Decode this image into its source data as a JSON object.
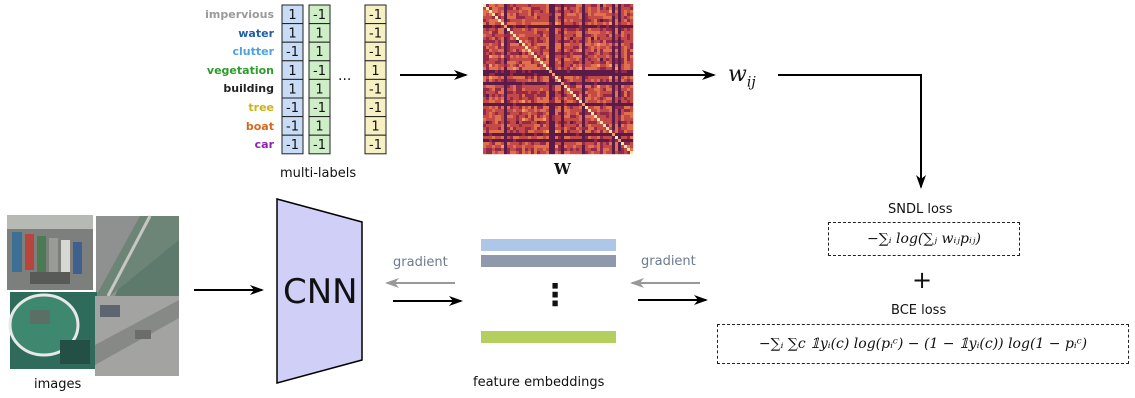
{
  "multi_labels": {
    "caption": "multi-labels",
    "classes": [
      {
        "name": "impervious",
        "color": "#9a9a9a"
      },
      {
        "name": "water",
        "color": "#1f5fa6"
      },
      {
        "name": "clutter",
        "color": "#4aa3df"
      },
      {
        "name": "vegetation",
        "color": "#2a9d2a"
      },
      {
        "name": "building",
        "color": "#222222"
      },
      {
        "name": "tree",
        "color": "#c9b21a"
      },
      {
        "name": "boat",
        "color": "#d2691e"
      },
      {
        "name": "car",
        "color": "#8e24aa"
      }
    ],
    "columns": [
      {
        "fill": "#c8dcf5",
        "values": [
          "1",
          "1",
          "-1",
          "1",
          "1",
          "-1",
          "-1",
          "-1"
        ]
      },
      {
        "fill": "#cdeec6",
        "values": [
          "-1",
          "1",
          "1",
          "-1",
          "1",
          "-1",
          "1",
          "-1"
        ]
      },
      {
        "fill": "#f7f0c2",
        "values": [
          "-1",
          "-1",
          "-1",
          "1",
          "-1",
          "-1",
          "1",
          "-1"
        ]
      }
    ],
    "ellipsis": "..."
  },
  "matrix": {
    "label": "W"
  },
  "weight_symbol": "w",
  "weight_subscript": "ij",
  "images": {
    "caption": "images"
  },
  "cnn": {
    "label": "CNN",
    "fill": "#cfcff8"
  },
  "gradient_labels": [
    "gradient",
    "gradient"
  ],
  "embeddings": {
    "caption": "feature embeddings",
    "bar_colors": [
      "#aec6e8",
      "#8e9aab",
      "#b5cf5e"
    ],
    "ellipsis": "⋮"
  },
  "sndl": {
    "title": "SNDL loss",
    "formula": "−∑ᵢ log(∑ⱼ wᵢⱼpᵢⱼ)"
  },
  "plus": "+",
  "bce": {
    "title": "BCE loss",
    "formula": "−∑ᵢ ∑c 𝟙yᵢ(c) log(pᵢᶜ) − (1 − 𝟙yᵢ(c)) log(1 − pᵢᶜ)"
  }
}
